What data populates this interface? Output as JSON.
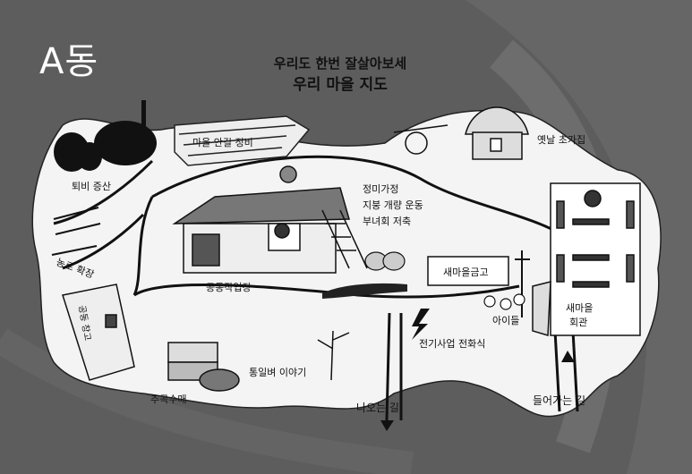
{
  "header": {
    "title": "A동"
  },
  "map": {
    "heading_line1": "우리도 한번 잘살아보세",
    "heading_line2": "우리 마을 지도",
    "labels": {
      "village_stone_wall": "마을 안길 정비",
      "old_house": "옛날 초가집",
      "compost": "퇴비 증산",
      "farm_road": "농로 확장",
      "roof_improvement_1": "정미가정",
      "roof_improvement_2": "지붕 개량 운동",
      "roof_improvement_3": "부녀회 저축",
      "cooperative_work": "공동작업장",
      "community_fund": "새마을금고",
      "hall_1": "새마을",
      "hall_2": "회관",
      "kids": "아이들",
      "electricity": "전기사업 전화식",
      "warehouse": "공동 창고",
      "grain_buy": "추곡수매",
      "unity_story": "통일벼 이야기",
      "way_out": "나오는 길",
      "way_in": "들어가는 길"
    }
  }
}
